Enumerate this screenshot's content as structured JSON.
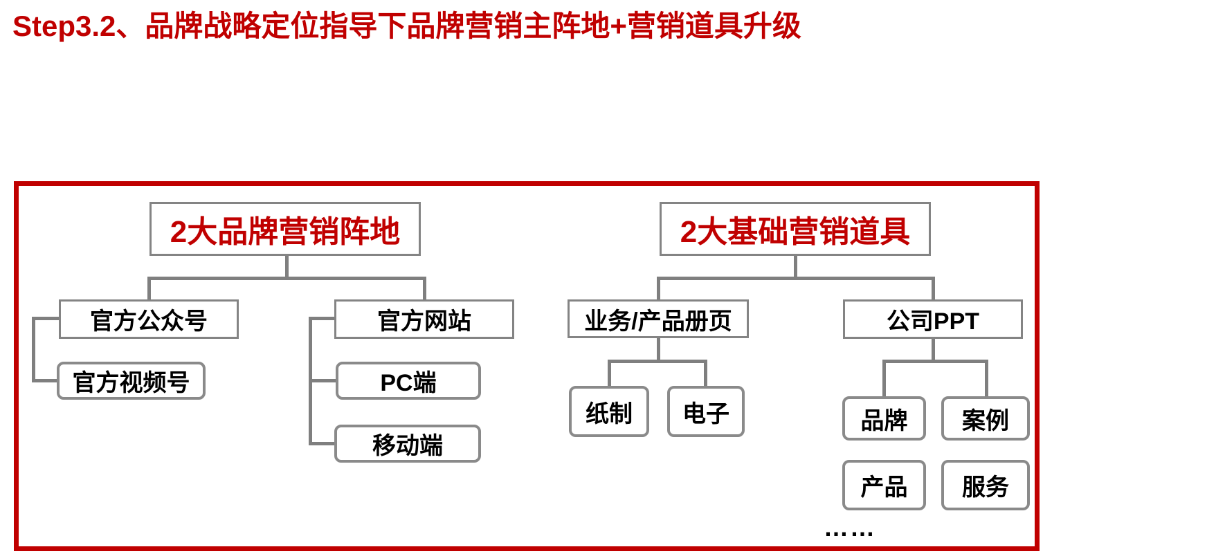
{
  "title": "Step3.2、品牌战略定位指导下品牌营销主阵地+营销道具升级",
  "colors": {
    "accent_red": "#C00000",
    "connector_gray": "#7F7F7F",
    "box_border_gray": "#8A8A8A",
    "text_black": "#000000"
  },
  "diagram": {
    "left_tree": {
      "root": "2大品牌营销阵地",
      "children": [
        {
          "label": "官方公众号",
          "children": [
            "官方视频号"
          ]
        },
        {
          "label": "官方网站",
          "children": [
            "PC端",
            "移动端"
          ]
        }
      ]
    },
    "right_tree": {
      "root": "2大基础营销道具",
      "children": [
        {
          "label": "业务/产品册页",
          "children": [
            "纸制",
            "电子"
          ]
        },
        {
          "label": "公司PPT",
          "children": [
            "品牌",
            "案例",
            "产品",
            "服务"
          ]
        }
      ]
    },
    "ellipsis": "……"
  }
}
